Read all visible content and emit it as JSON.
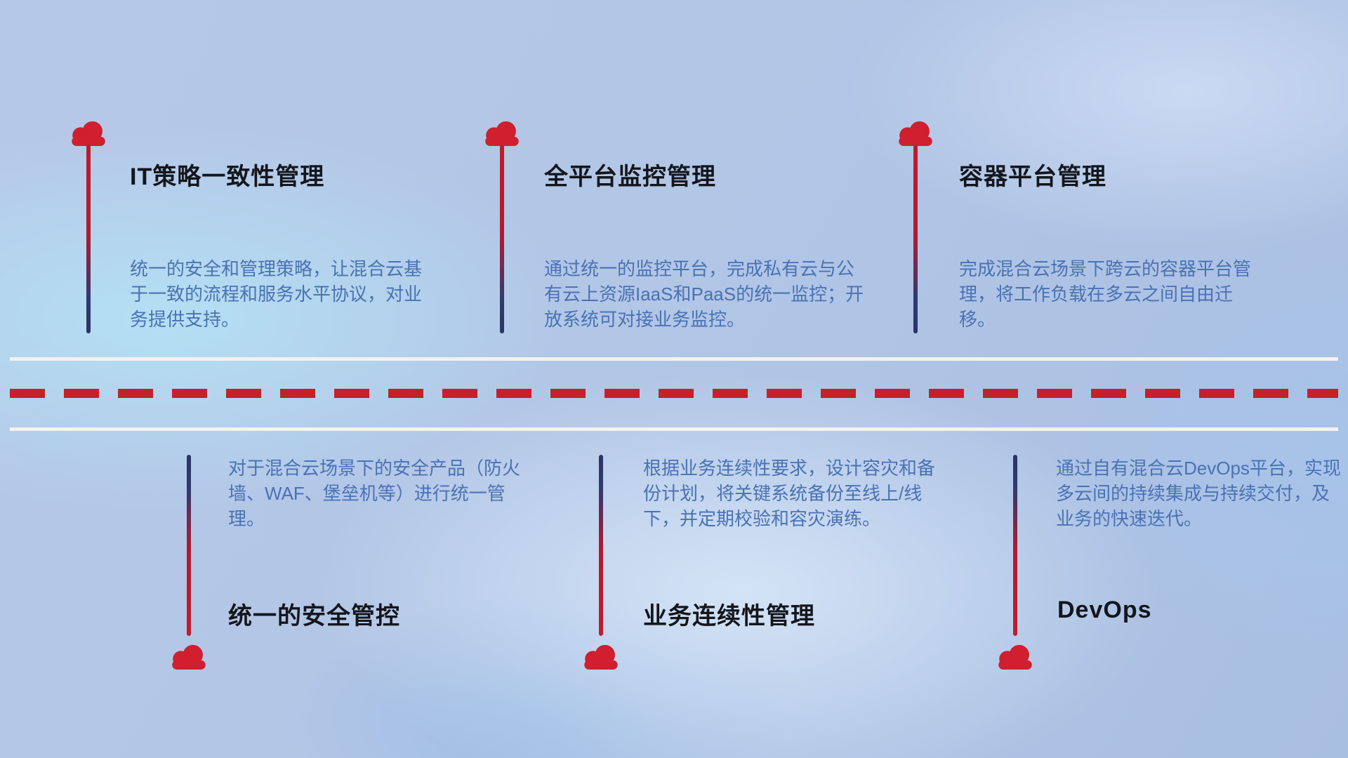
{
  "colors": {
    "accent_red": "#d01f2f",
    "connector_blue": "#2b3466",
    "dash_red": "#c81e2e",
    "road_white": "#f4f2ef",
    "title_text": "#14161c",
    "desc_text": "#4a72b4"
  },
  "marker_icon": "cloud-icon",
  "top_items": [
    {
      "title": "IT策略一致性管理",
      "desc": "统一的安全和管理策略，让混合云基于一致的流程和服务水平协议，对业务提供支持。"
    },
    {
      "title": "全平台监控管理",
      "desc": "通过统一的监控平台，完成私有云与公有云上资源IaaS和PaaS的统一监控；开放系统可对接业务监控。"
    },
    {
      "title": "容器平台管理",
      "desc": "完成混合云场景下跨云的容器平台管理，将工作负载在多云之间自由迁移。"
    }
  ],
  "bottom_items": [
    {
      "title": "统一的安全管控",
      "desc": "对于混合云场景下的安全产品（防火墙、WAF、堡垒机等）进行统一管理。"
    },
    {
      "title": "业务连续性管理",
      "desc": "根据业务连续性要求，设计容灾和备份计划，将关键系统备份至线上/线下，并定期校验和容灾演练。"
    },
    {
      "title": "DevOps",
      "desc": "通过自有混合云DevOps平台，实现多云间的持续集成与持续交付，及业务的快速迭代。"
    }
  ]
}
